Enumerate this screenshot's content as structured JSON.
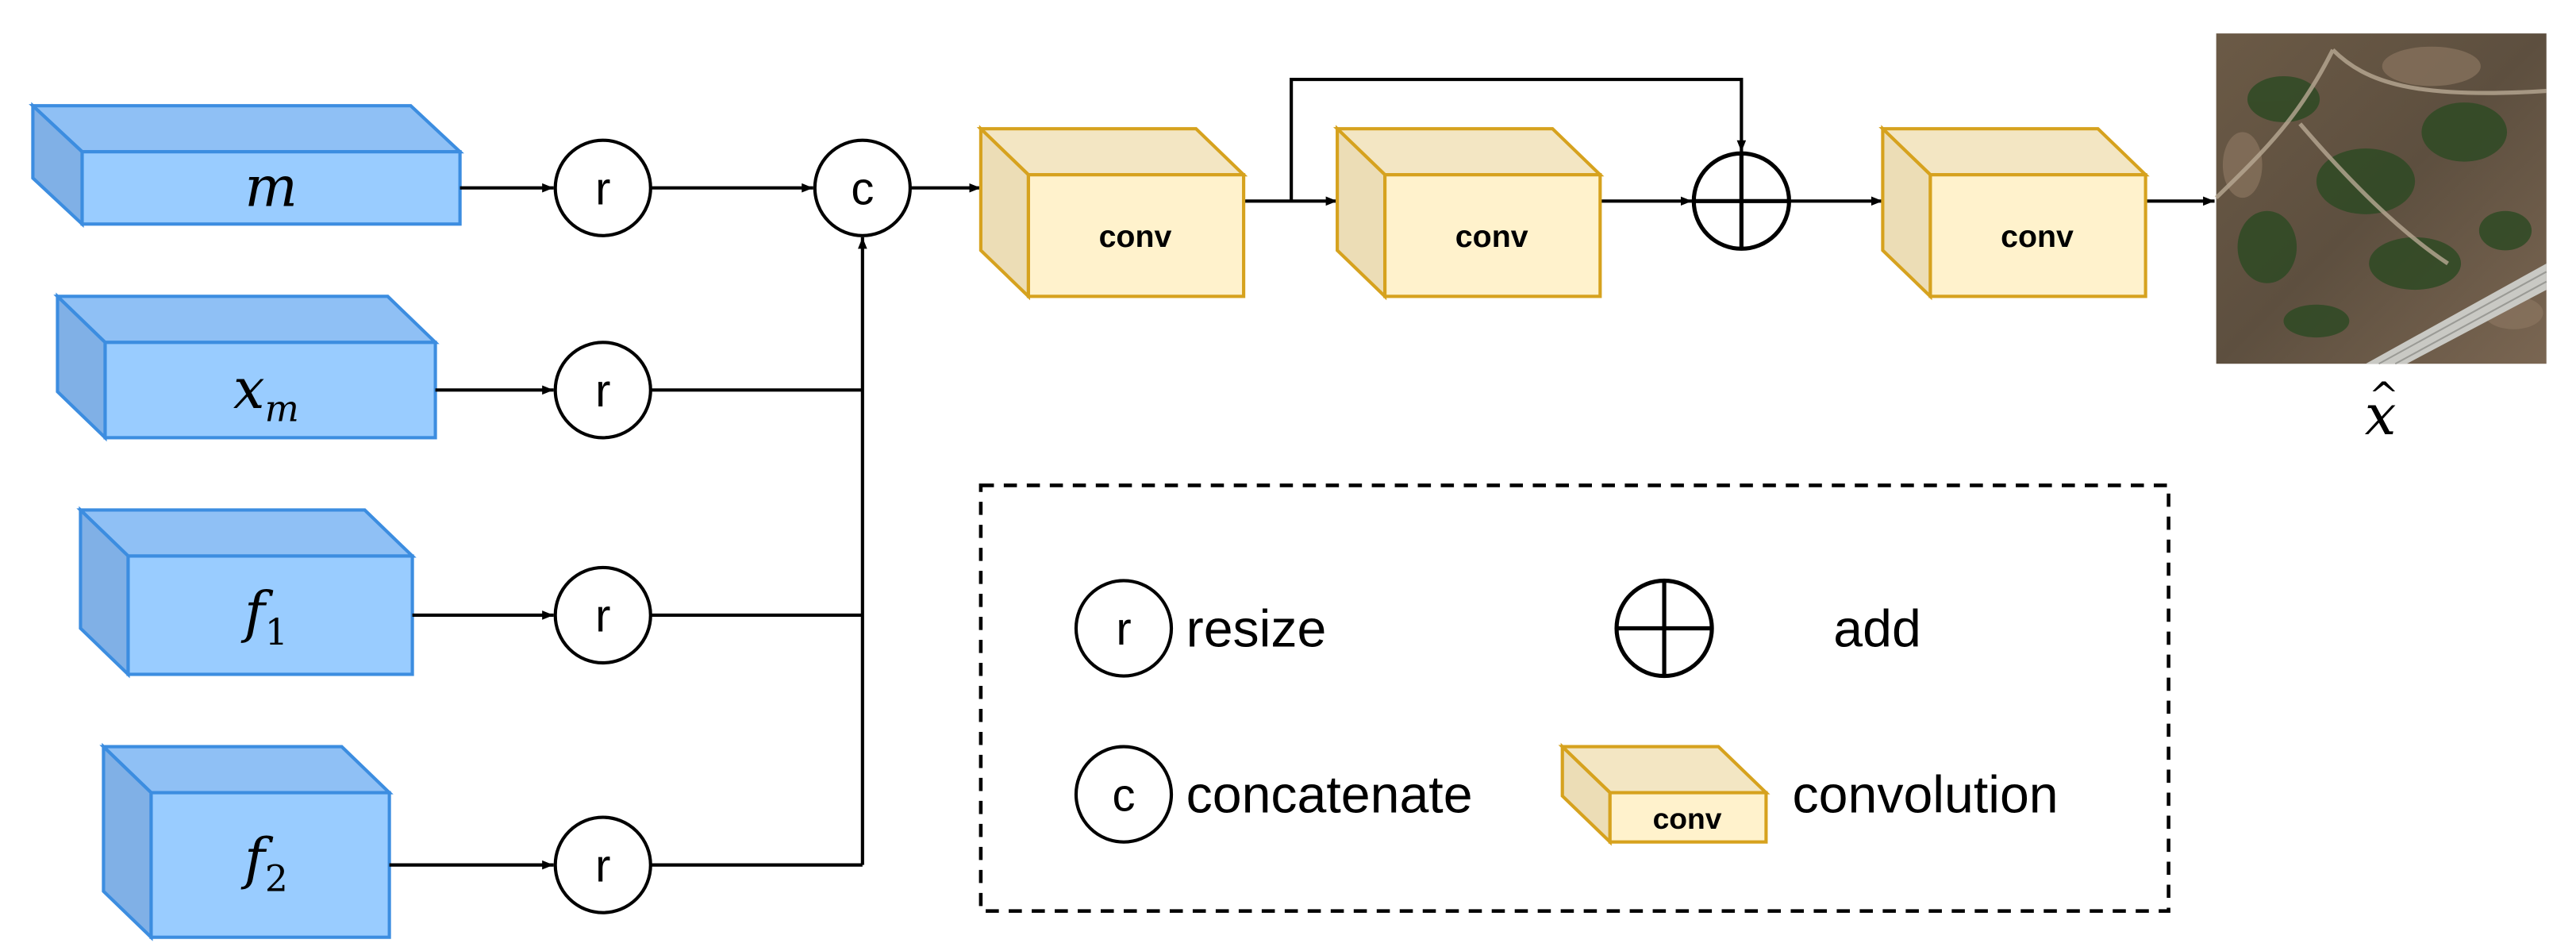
{
  "inputs": {
    "m": {
      "var": "m",
      "sub": ""
    },
    "xm": {
      "var": "x",
      "sub": "m"
    },
    "f1": {
      "var": "f",
      "sub": "1"
    },
    "f2": {
      "var": "f",
      "sub": "2"
    }
  },
  "ops": {
    "resize_symbol": "r",
    "concat_symbol": "c"
  },
  "blocks": {
    "conv1": "conv",
    "conv2": "conv",
    "conv3": "conv"
  },
  "output": {
    "label": "x",
    "accent": "^"
  },
  "legend": {
    "resize_symbol": "r",
    "resize_label": "resize",
    "concat_symbol": "c",
    "concat_label": "concatenate",
    "add_label": "add",
    "conv_block_label": "conv",
    "convolution_label": "convolution"
  },
  "colors": {
    "input_face": "#99CCFF",
    "input_side": "#80B0E6",
    "input_top": "#8FC0F5",
    "input_stroke": "#3C8DE0",
    "conv_face": "#FFF2CC",
    "conv_side": "#ECDDB6",
    "conv_top": "#F3E6C3",
    "conv_stroke": "#D6A21E",
    "line": "#000000"
  },
  "icons": {
    "add": "circled-plus-icon",
    "output_image": "satellite-image-icon"
  }
}
